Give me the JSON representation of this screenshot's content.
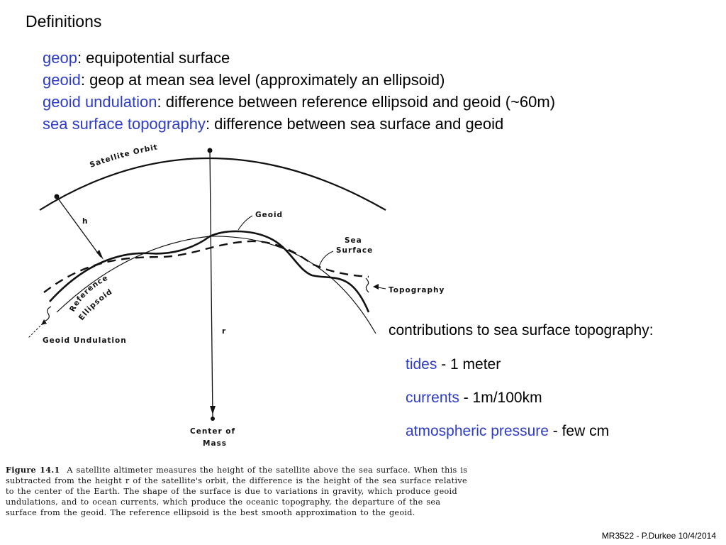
{
  "slide": {
    "heading": "Definitions",
    "definitions": [
      {
        "term": "geop",
        "text": ": equipotential surface"
      },
      {
        "term": "geoid",
        "text": ": geop at mean sea level (approximately an ellipsoid)"
      },
      {
        "term": "geoid undulation",
        "text": ": difference between reference ellipsoid and geoid (~60m)"
      },
      {
        "term": "sea surface topography",
        "text": ": difference between sea surface and geoid"
      }
    ],
    "figure_labels": {
      "satellite_orbit": "Satellite Orbit",
      "h": "h",
      "geoid": "Geoid",
      "sea": "Sea",
      "surface": "Surface",
      "topography": "Topography",
      "reference": "Reference",
      "ellipsoid": "Ellipsoid",
      "geoid_undulation": "Geoid Undulation",
      "r": "r",
      "center_of": "Center of",
      "mass": "Mass"
    },
    "contributions_title": "contributions to sea surface topography:",
    "contributions": [
      {
        "term": "tides",
        "text": " - 1 meter"
      },
      {
        "term": "currents",
        "text": " - 1m/100km"
      },
      {
        "term": "atmospheric pressure",
        "text": " - few cm"
      }
    ],
    "caption": {
      "label": "Figure 14.1",
      "text": "A satellite altimeter measures the height of the satellite above the sea surface. When this is subtracted from the height r of the satellite's orbit, the difference is the height of the sea surface relative to the center of the Earth. The shape of the surface is due to variations in gravity, which produce geoid undulations, and to ocean currents, which produce the oceanic topography, the departure of the sea surface from the geoid. The reference ellipsoid is the best smooth approximation to the geoid."
    },
    "footer": "MR3522 - P.Durkee 10/4/2014",
    "colors": {
      "term": "#2e3cc8",
      "text": "#000000"
    }
  }
}
